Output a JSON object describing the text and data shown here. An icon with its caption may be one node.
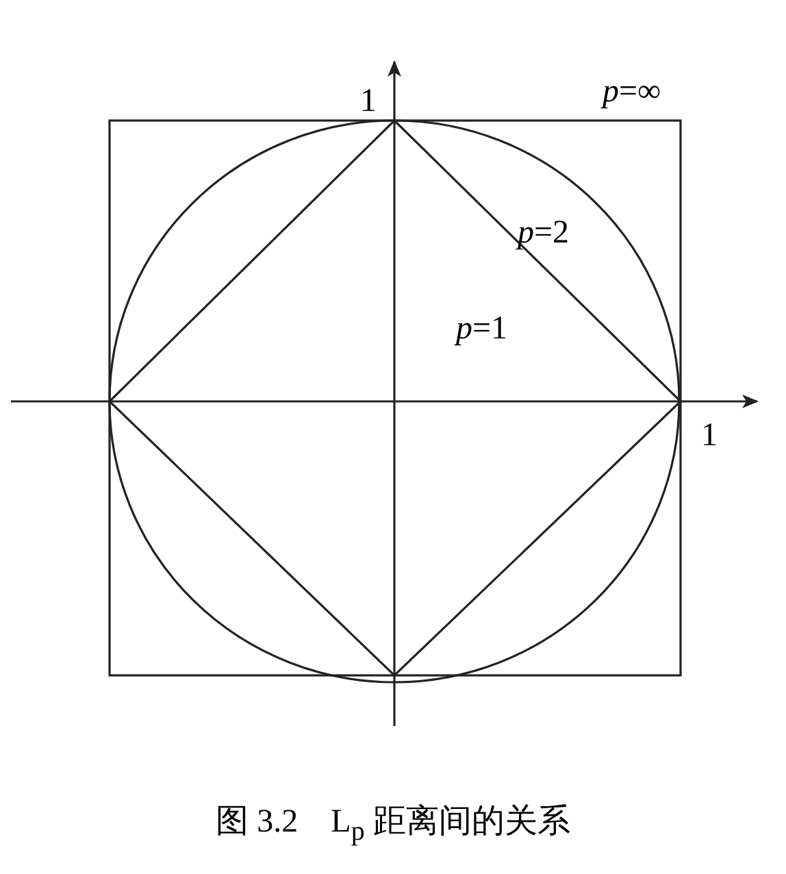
{
  "diagram": {
    "caption": "图 3.2　L$_{p}$ 距离间的关系",
    "labels": [
      "1",
      "*p*=∞",
      "*p*=2",
      "*p*=1",
      "1"
    ]
  }
}
